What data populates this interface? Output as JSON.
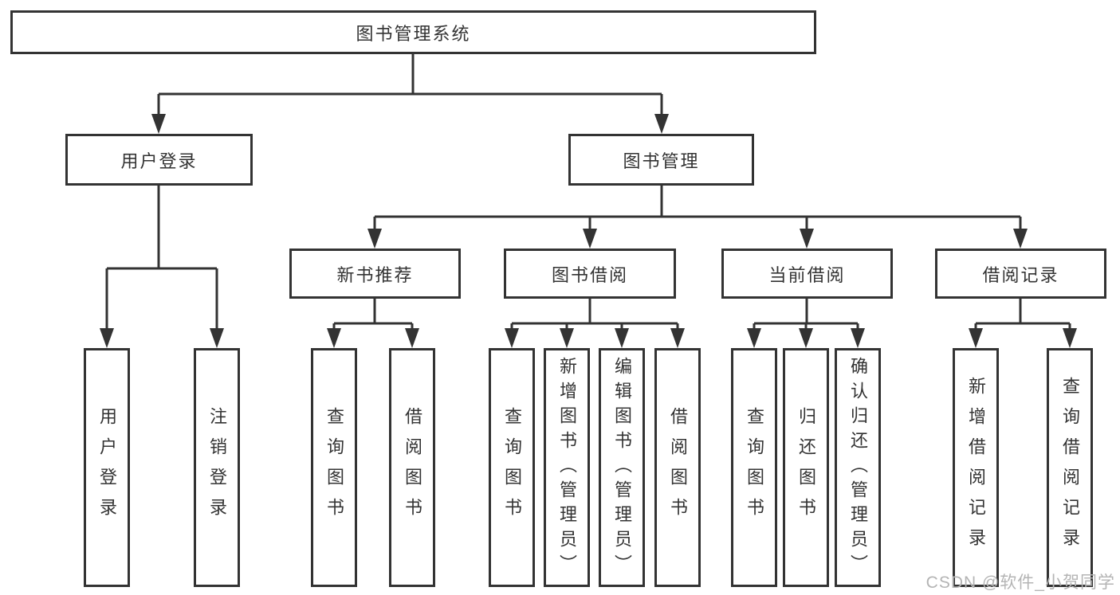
{
  "diagram": {
    "title": "图书管理系统",
    "type": "functional-structure-tree"
  },
  "colors": {
    "line": "#333333",
    "box_border": "#333333",
    "text": "#333333",
    "watermark": "#b4b4b4",
    "background": "#ffffff"
  },
  "tree": {
    "root": {
      "label": "图书管理系统"
    },
    "level1": [
      {
        "label": "用户登录"
      },
      {
        "label": "图书管理"
      }
    ],
    "level2": [
      {
        "label": "新书推荐"
      },
      {
        "label": "图书借阅"
      },
      {
        "label": "当前借阅"
      },
      {
        "label": "借阅记录"
      }
    ],
    "leaves": {
      "user_login": [
        "用户登录",
        "注销登录"
      ],
      "new_book_recommend": [
        "查询图书",
        "借阅图书"
      ],
      "book_borrow": [
        "查询图书",
        "新增图书（管理员）",
        "编辑图书（管理员）",
        "借阅图书"
      ],
      "current_borrow": [
        "查询图书",
        "归还图书",
        "确认归还（管理员）"
      ],
      "borrow_records": [
        "新增借阅记录",
        "查询借阅记录"
      ]
    }
  },
  "watermark": "CSDN @软件_小贺同学"
}
